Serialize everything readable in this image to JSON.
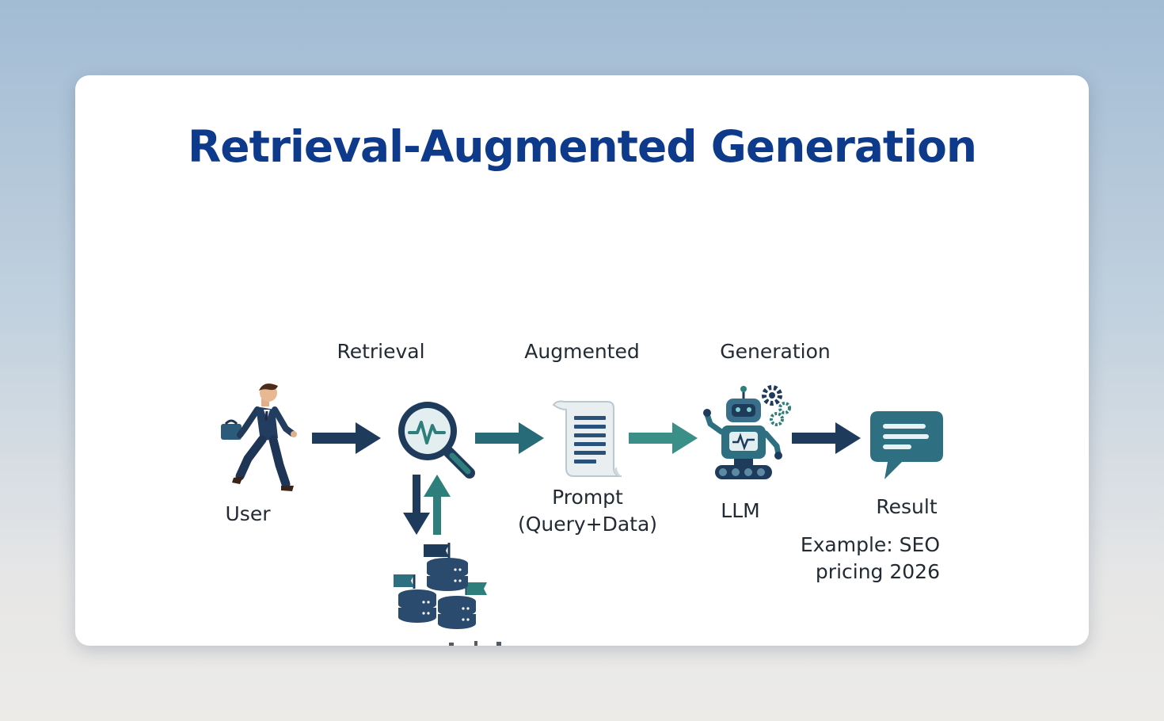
{
  "title": "Retrieval-Augmented Generation",
  "stages": {
    "retrieval": "Retrieval",
    "augmented": "Augmented",
    "generation": "Generation"
  },
  "nodes": {
    "user": "User",
    "prompt_line1": "Prompt",
    "prompt_line2": "(Query+Data)",
    "llm": "LLM",
    "result": "Result",
    "example_line1": "Example: SEO",
    "example_line2": "pricing 2026"
  },
  "icons": [
    "user-runner-icon",
    "magnifier-analytics-icon",
    "prompt-scroll-icon",
    "robot-llm-icon",
    "chat-bubble-icon",
    "database-stack-icon"
  ],
  "colors": {
    "title": "#0e3a8c",
    "navy": "#1f3b5c",
    "teal": "#2e7f7c"
  }
}
